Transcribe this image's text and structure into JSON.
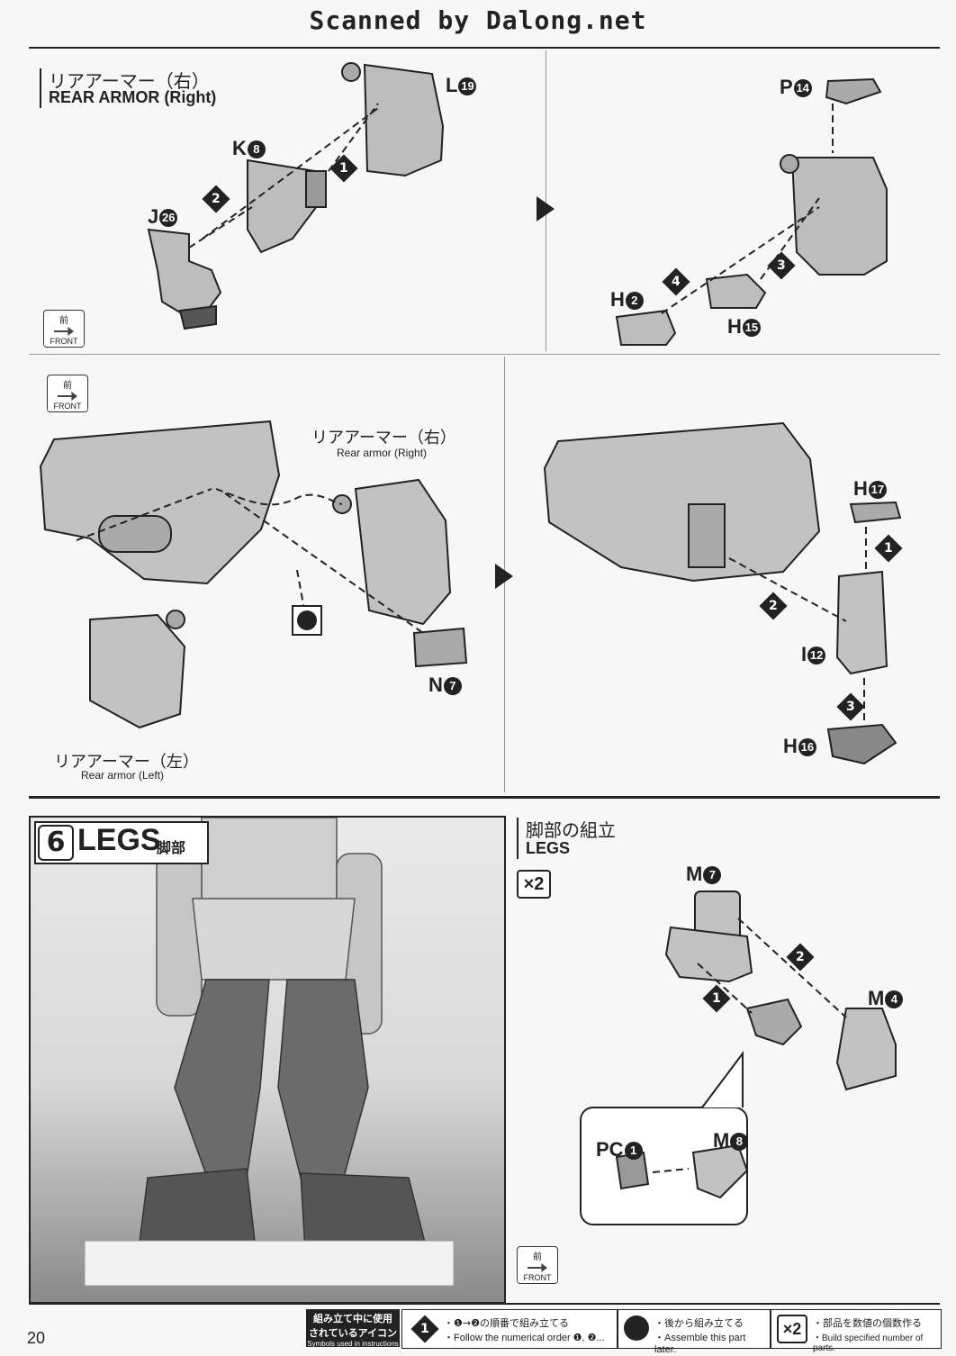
{
  "header": {
    "title": "Scanned by Dalong.net"
  },
  "panel1": {
    "title_jp": "リアアーマー（右）",
    "title_en": "REAR ARMOR (Right)",
    "parts": {
      "l": "L",
      "l_num": "19",
      "k": "K",
      "k_num": "8",
      "j": "J",
      "j_num": "26"
    },
    "steps": [
      "1",
      "2"
    ]
  },
  "panel2": {
    "parts": {
      "p": "P",
      "p_num": "14",
      "h2": "H",
      "h2_num": "2",
      "h15": "H",
      "h15_num": "15"
    },
    "steps": [
      "3",
      "4"
    ]
  },
  "front_icon": {
    "jp": "前",
    "en": "FRONT"
  },
  "panel3": {
    "rear_right_jp": "リアアーマー（右）",
    "rear_right_en": "Rear armor (Right)",
    "rear_left_jp": "リアアーマー（左）",
    "rear_left_en": "Rear armor (Left)",
    "n": "N",
    "n_num": "7"
  },
  "panel4": {
    "h17": "H",
    "h17_num": "17",
    "i": "I",
    "i_num": "12",
    "h16": "H",
    "h16_num": "16",
    "steps": [
      "1",
      "2",
      "3"
    ]
  },
  "section6": {
    "number": "6",
    "title_en": "LEGS",
    "title_jp": "脚部"
  },
  "panel5": {
    "title_jp": "脚部の組立",
    "title_en": "LEGS",
    "multiplier": "×2",
    "m7": "M",
    "m7_num": "7",
    "m4": "M",
    "m4_num": "4",
    "pc": "PC",
    "pc_num": "1",
    "m8": "M",
    "m8_num": "8",
    "steps": [
      "1",
      "2"
    ]
  },
  "footer": {
    "page_number": "20",
    "legend_title_jp_1": "組み立て中に使用",
    "legend_title_jp_2": "されているアイコン",
    "legend_title_en": "Symbols used in instructions",
    "step_icon": "1",
    "item1_jp": "・❶→❷の順番で組み立てる",
    "item1_en": "・Follow the numerical order ❶, ❷...",
    "item2_jp": "・後から組み立てる",
    "item2_en": "・Assemble this part later.",
    "item3_icon": "×2",
    "item3_jp": "・部品を数値の個数作る",
    "item3_en": "・Build specified number of parts."
  }
}
